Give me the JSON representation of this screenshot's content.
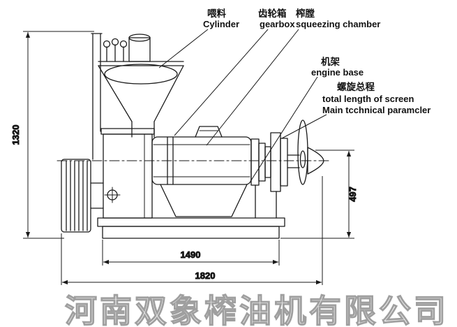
{
  "callouts": {
    "feed": {
      "cn": "喂料",
      "en": "Cylinder"
    },
    "gearbox": {
      "cn": "齿轮箱",
      "en": "gearbox"
    },
    "chamber": {
      "cn": "榨膛",
      "en": "squeezing chamber"
    },
    "base": {
      "cn": "机架",
      "en": "engine base"
    },
    "screw": {
      "cn": "螺旋总程",
      "en": "total length of screen"
    },
    "note": "Main tcchnical paramcler"
  },
  "dimensions": {
    "overall_height": "1320",
    "outlet_height": "497",
    "base_length": "1490",
    "overall_length": "1820"
  },
  "watermark": {
    "text": "河南双象榨油机有限公司",
    "stroke": "#9a9a9a"
  },
  "colors": {
    "ink": "#1a1a1a",
    "background": "#ffffff"
  }
}
